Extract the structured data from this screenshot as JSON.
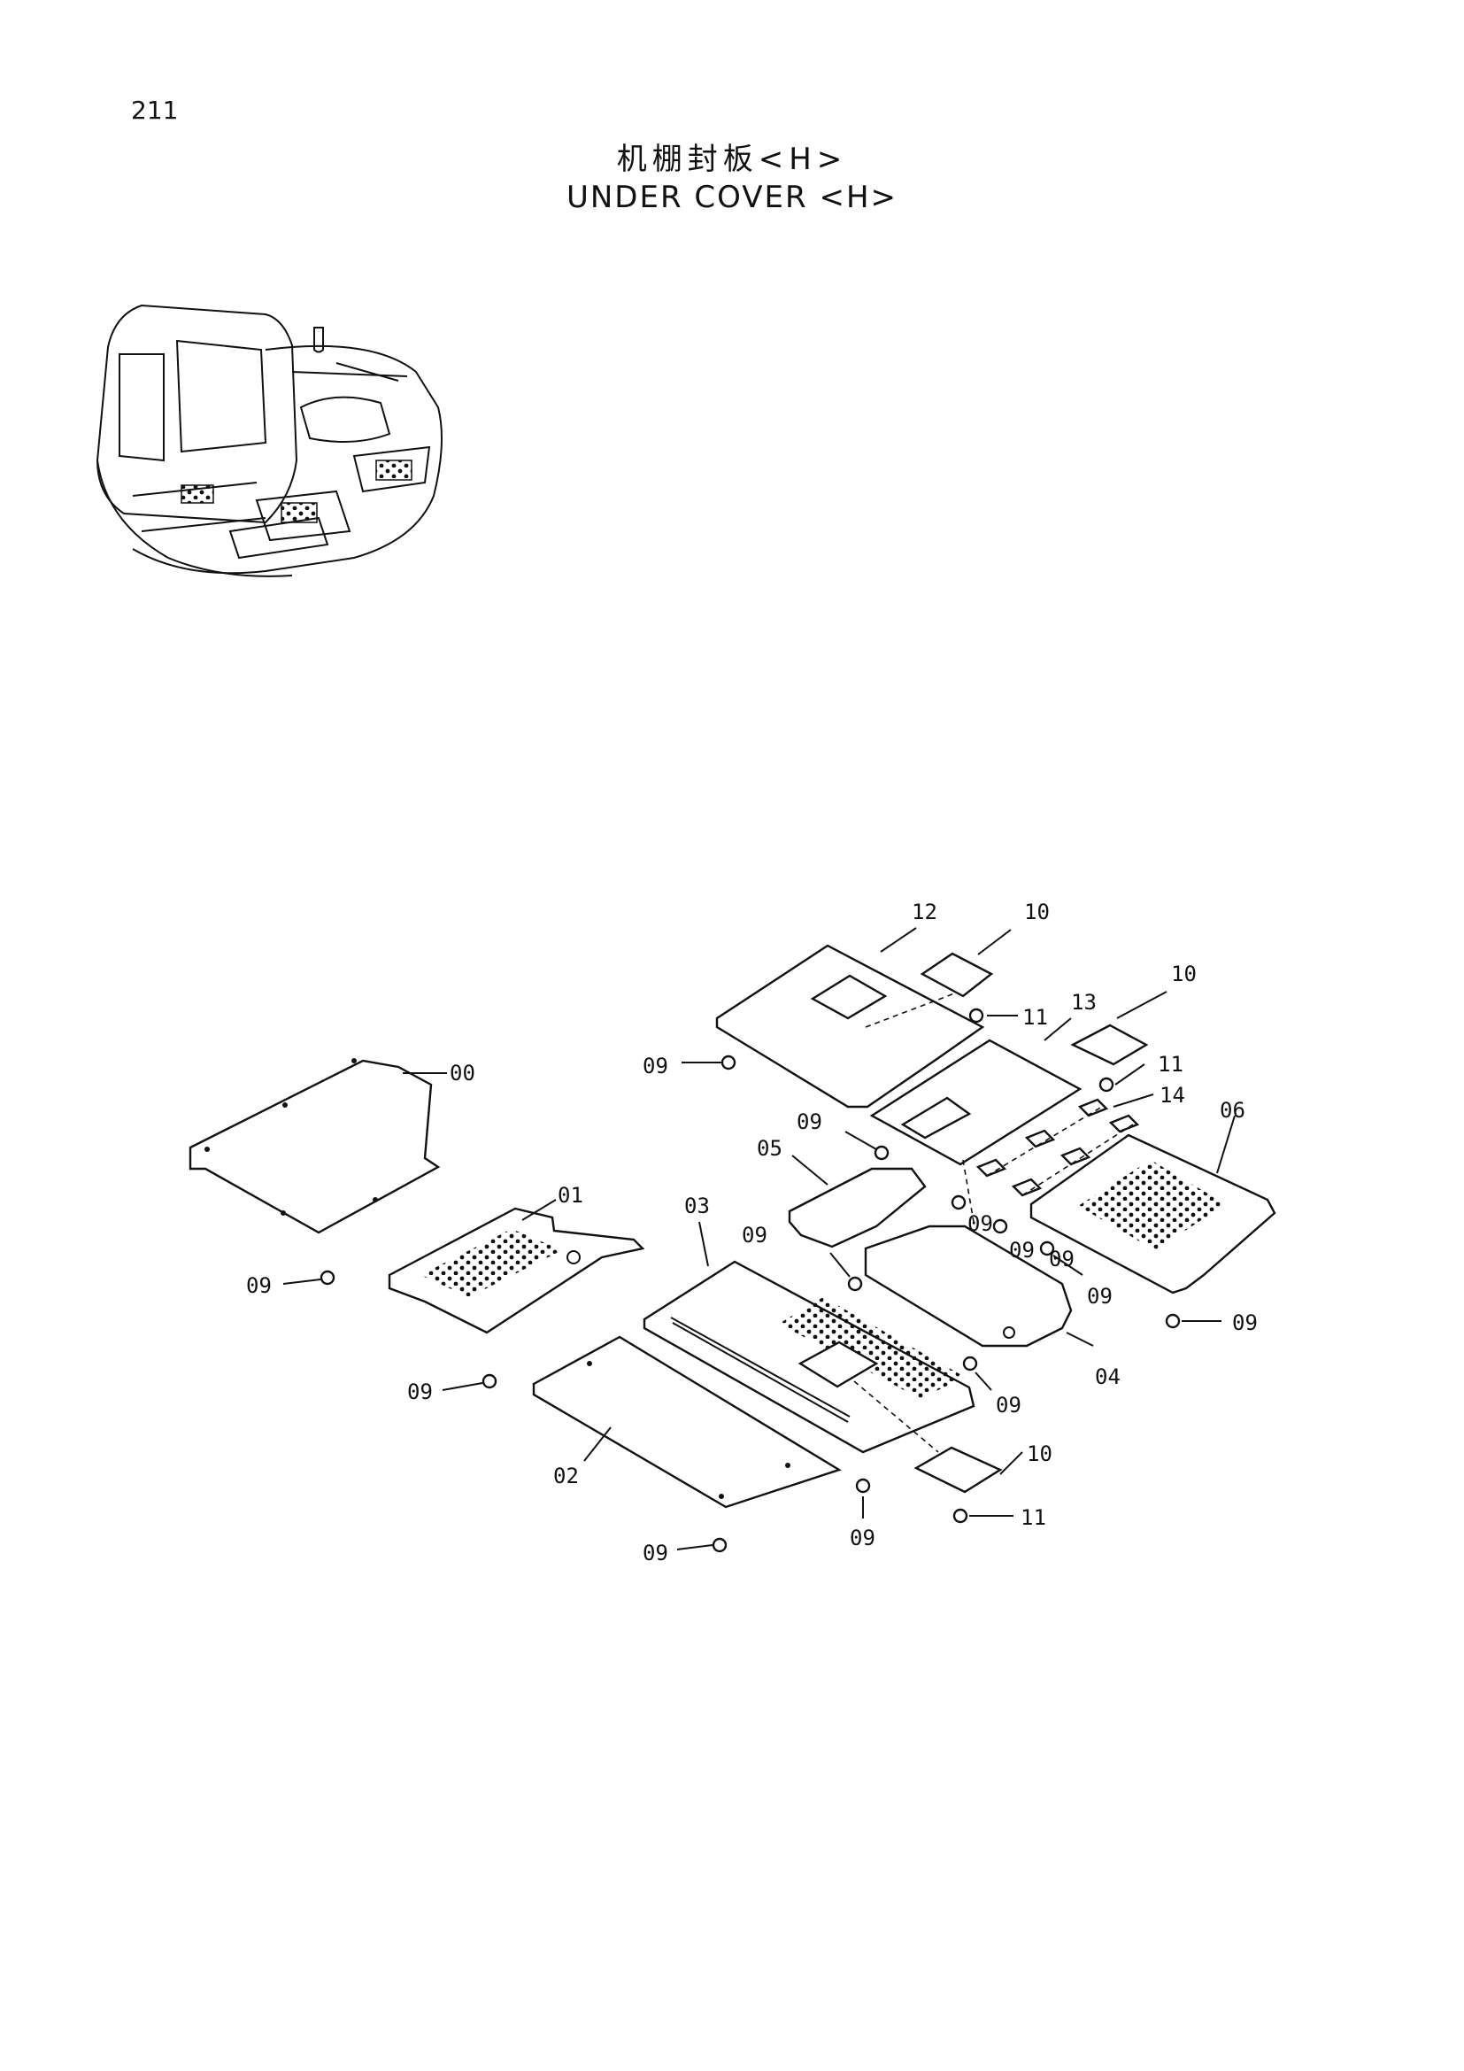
{
  "page_number": "211",
  "title_cn": "机棚封板<H>",
  "title_en": "UNDER COVER <H>",
  "callouts": [
    {
      "id": "c-00",
      "text": "00"
    },
    {
      "id": "c-01",
      "text": "01"
    },
    {
      "id": "c-02",
      "text": "02"
    },
    {
      "id": "c-03",
      "text": "03"
    },
    {
      "id": "c-04",
      "text": "04"
    },
    {
      "id": "c-05",
      "text": "05"
    },
    {
      "id": "c-06",
      "text": "06"
    },
    {
      "id": "c-09a",
      "text": "09"
    },
    {
      "id": "c-09b",
      "text": "09"
    },
    {
      "id": "c-09c",
      "text": "09"
    },
    {
      "id": "c-09d",
      "text": "09"
    },
    {
      "id": "c-09e",
      "text": "09"
    },
    {
      "id": "c-09f",
      "text": "09"
    },
    {
      "id": "c-09g",
      "text": "09"
    },
    {
      "id": "c-09h",
      "text": "09"
    },
    {
      "id": "c-09i",
      "text": "09"
    },
    {
      "id": "c-09j",
      "text": "09"
    },
    {
      "id": "c-09k",
      "text": "09"
    },
    {
      "id": "c-09l",
      "text": "09"
    },
    {
      "id": "c-09m",
      "text": "09"
    },
    {
      "id": "c-10a",
      "text": "10"
    },
    {
      "id": "c-10b",
      "text": "10"
    },
    {
      "id": "c-10c",
      "text": "10"
    },
    {
      "id": "c-11a",
      "text": "11"
    },
    {
      "id": "c-11b",
      "text": "11"
    },
    {
      "id": "c-11c",
      "text": "11"
    },
    {
      "id": "c-12",
      "text": "12"
    },
    {
      "id": "c-13",
      "text": "13"
    },
    {
      "id": "c-14",
      "text": "14"
    }
  ]
}
